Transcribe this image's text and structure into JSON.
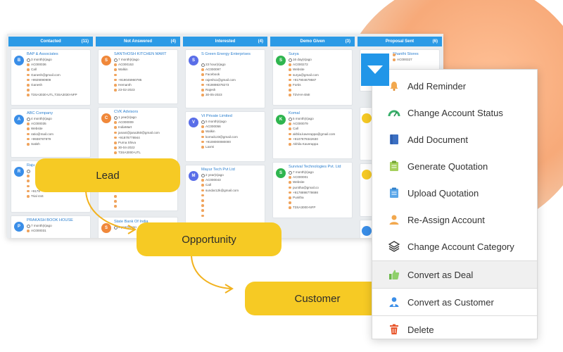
{
  "columns": [
    {
      "title": "Contacted",
      "count": "(11)"
    },
    {
      "title": "Not Answered",
      "count": "(4)"
    },
    {
      "title": "Interested",
      "count": "(4)"
    },
    {
      "title": "Demo Given",
      "count": "(3)"
    },
    {
      "title": "Proposal Sent",
      "count": "(6)"
    }
  ],
  "cards": {
    "contacted": [
      {
        "initial": "B",
        "title": "BAP & Associates",
        "lines": [
          "3 month(s)ago",
          "AC000036",
          "Call",
          "Ganesh@gmail.com",
          "+9929090909",
          "Ganesh",
          "",
          "T3SA3030-UTL,T3SA3030-NFP"
        ]
      },
      {
        "initial": "A",
        "title": "ABC Company",
        "lines": [
          "4 month(s)ago",
          "AC000035",
          "Website",
          "ratio@mail.com",
          "+9938787879",
          "Satish"
        ]
      },
      {
        "initial": "R",
        "title": "Raju",
        "lines": [
          "",
          "",
          "",
          "",
          "+9178",
          "Trial 444"
        ]
      },
      {
        "initial": "P",
        "title": "PRAKASH BOOK HOUSE",
        "lines": [
          "7 month(s)ago",
          "AC000031"
        ]
      }
    ],
    "not_answered": [
      {
        "initial": "S",
        "title": "SANTHOSH KITCHEN MART",
        "lines": [
          "7 month(s)ago",
          "AC000153",
          "Walkin",
          "",
          "+919045960785",
          "Hemanth",
          "23-02-2023"
        ]
      },
      {
        "initial": "C",
        "title": "CVK Advisors",
        "lines": [
          "1 year(s)ago",
          "AC000009",
          "IndiaMart",
          "janani@jana350@gmail.com",
          "+91878778944",
          "Purna Shiva",
          "30-04-2022",
          "T3SA3000-UTL"
        ]
      },
      {
        "initial": "S",
        "title": "State Bank Of India",
        "lines": [
          "2 year(s)ago"
        ]
      }
    ],
    "interested": [
      {
        "initial": "S",
        "title": "S Green Energy Enterprises",
        "lines": [
          "23 hour(s)ago",
          "AC000097",
          "Facebook",
          "rajesh11@gmail.com",
          "+919898378273",
          "Rajesh",
          "30-05-2023"
        ]
      },
      {
        "initial": "V",
        "title": "Vt Private Limited",
        "lines": [
          "5 month(s)ago",
          "AC000056",
          "Walkin",
          "kornal123@gmail.com",
          "+9108000080000",
          "Laxmi"
        ]
      },
      {
        "initial": "M",
        "title": "Mayur Tech Pvt Ltd",
        "lines": [
          "2 year(s)ago",
          "AC000043",
          "Call",
          "sundar12k@gmail.com"
        ]
      }
    ],
    "demo_given": [
      {
        "initial": "S",
        "title": "Surya",
        "lines": [
          "16 day(s)ago",
          "AC000272",
          "Website",
          "surya@gmail.com",
          "+917904679587",
          "Fortis",
          "",
          "T3VHA-EMI"
        ]
      },
      {
        "initial": "K",
        "title": "Komal",
        "lines": [
          "5 month(s)ago",
          "AC000079",
          "Call",
          "akhila.kaverappa@gmail.com",
          "+9107879342630",
          "Akhila Kaverappa"
        ]
      },
      {
        "initial": "S",
        "title": "Survival Technologies Pvt. Ltd",
        "lines": [
          "7 month(s)ago",
          "AC000001",
          "Website",
          "punitha@gmail.co",
          "+9178898778698",
          "Punitha",
          "",
          "T3SA3000-NFP"
        ]
      }
    ],
    "proposal_sent": [
      {
        "initial": "S",
        "title": "Shanthi Stores",
        "lines": [
          "",
          "AC000327"
        ]
      }
    ]
  },
  "flow": {
    "lead": "Lead",
    "opportunity": "Opportunity",
    "customer": "Customer"
  },
  "menu": {
    "items": [
      {
        "label": "Add Reminder",
        "icon": "bell-icon"
      },
      {
        "label": "Change Account Status",
        "icon": "gauge-icon"
      },
      {
        "label": "Add Document",
        "icon": "book-icon"
      },
      {
        "label": "Generate Quotation",
        "icon": "clipboard-icon"
      },
      {
        "label": "Upload Quotation",
        "icon": "clipboard-upload-icon"
      },
      {
        "label": "Re-Assign Account",
        "icon": "user-icon"
      },
      {
        "label": "Change Account Category",
        "icon": "layers-icon"
      },
      {
        "label": "Convert as Deal",
        "icon": "thumbs-up-icon"
      },
      {
        "label": "Convert as Customer",
        "icon": "customer-icon"
      },
      {
        "label": "Delete",
        "icon": "trash-icon"
      }
    ]
  },
  "colors": {
    "header_blue": "#2b9ae6",
    "accent_yellow": "#f6ca24",
    "avatar_blue": "#3a8ee8",
    "avatar_orange": "#f0883a",
    "avatar_purple": "#5a6ee8",
    "avatar_green": "#2fb54f"
  }
}
